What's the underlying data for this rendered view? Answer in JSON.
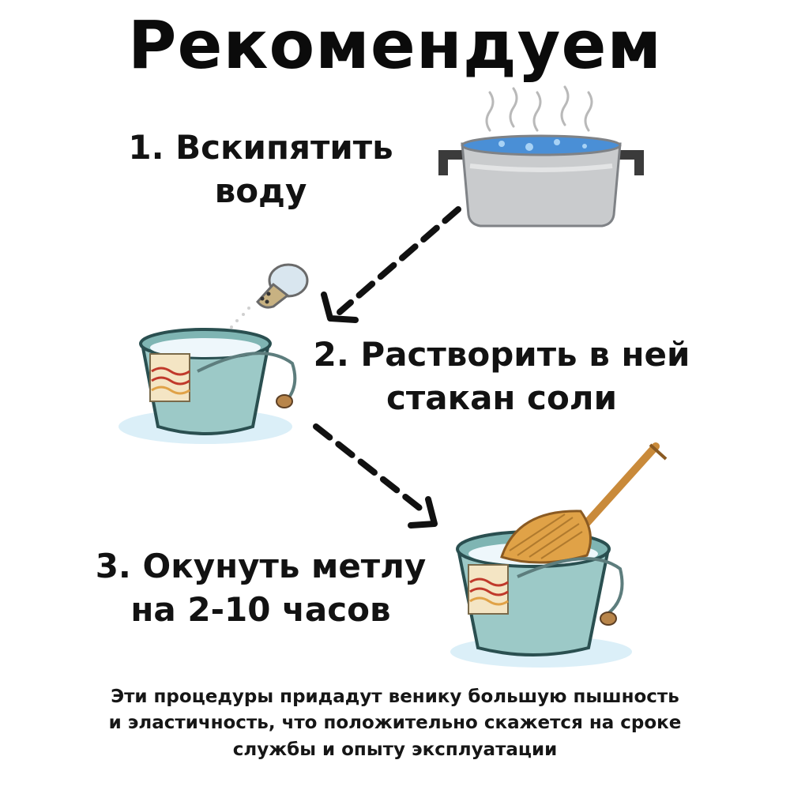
{
  "title": "Рекомендуем",
  "steps": [
    {
      "lines": [
        "1. Вскипятить",
        "воду"
      ]
    },
    {
      "lines": [
        "2. Растворить в ней",
        "стакан соли"
      ]
    },
    {
      "lines": [
        "3. Окунуть метлу",
        "на 2-10 часов"
      ]
    }
  ],
  "note": {
    "lines": [
      "Эти процедуры придадут венику большую пышность",
      "и эластичность, что положительно скажется на сроке",
      "службы и опыту эксплуатации"
    ]
  },
  "illustrations": {
    "pot": "boiling-pot",
    "bucket_salt": "bucket-with-salt-shaker",
    "bucket_broom": "bucket-with-broom"
  },
  "colors": {
    "text": "#111111",
    "bucket": "#9cc9c7",
    "pot": "#c9cbcd",
    "water": "#4a8fd6",
    "broom": "#e0a247"
  }
}
